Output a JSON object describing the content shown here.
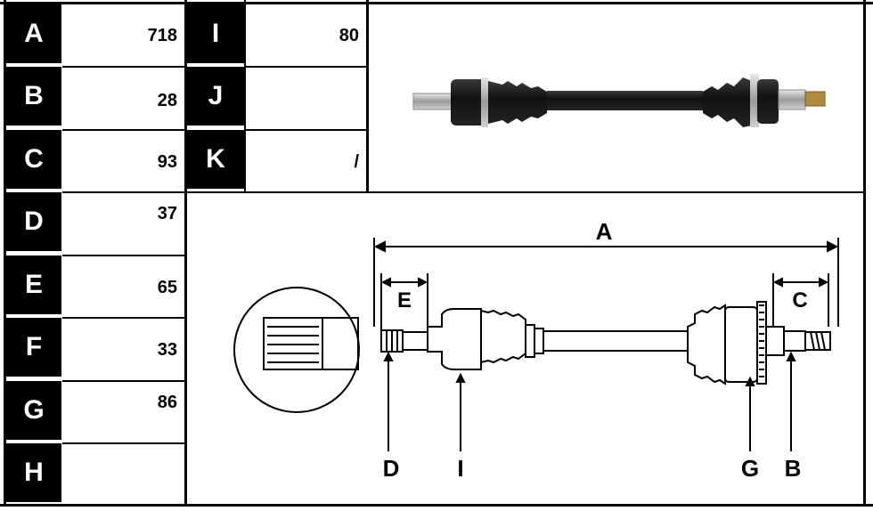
{
  "spec_table": {
    "rows": [
      {
        "label": "A",
        "value": "718"
      },
      {
        "label": "B",
        "value": "28"
      },
      {
        "label": "C",
        "value": "93"
      },
      {
        "label": "D",
        "value": "37"
      },
      {
        "label": "E",
        "value": "65"
      },
      {
        "label": "F",
        "value": "33"
      },
      {
        "label": "G",
        "value": "86"
      },
      {
        "label": "H",
        "value": ""
      }
    ],
    "rows_right": [
      {
        "label": "I",
        "value": "80"
      },
      {
        "label": "J",
        "value": ""
      },
      {
        "label": "K",
        "value": "/"
      }
    ]
  },
  "diagram_labels": {
    "A": "A",
    "B": "B",
    "C": "C",
    "D": "D",
    "E": "E",
    "G": "G",
    "I": "I"
  }
}
